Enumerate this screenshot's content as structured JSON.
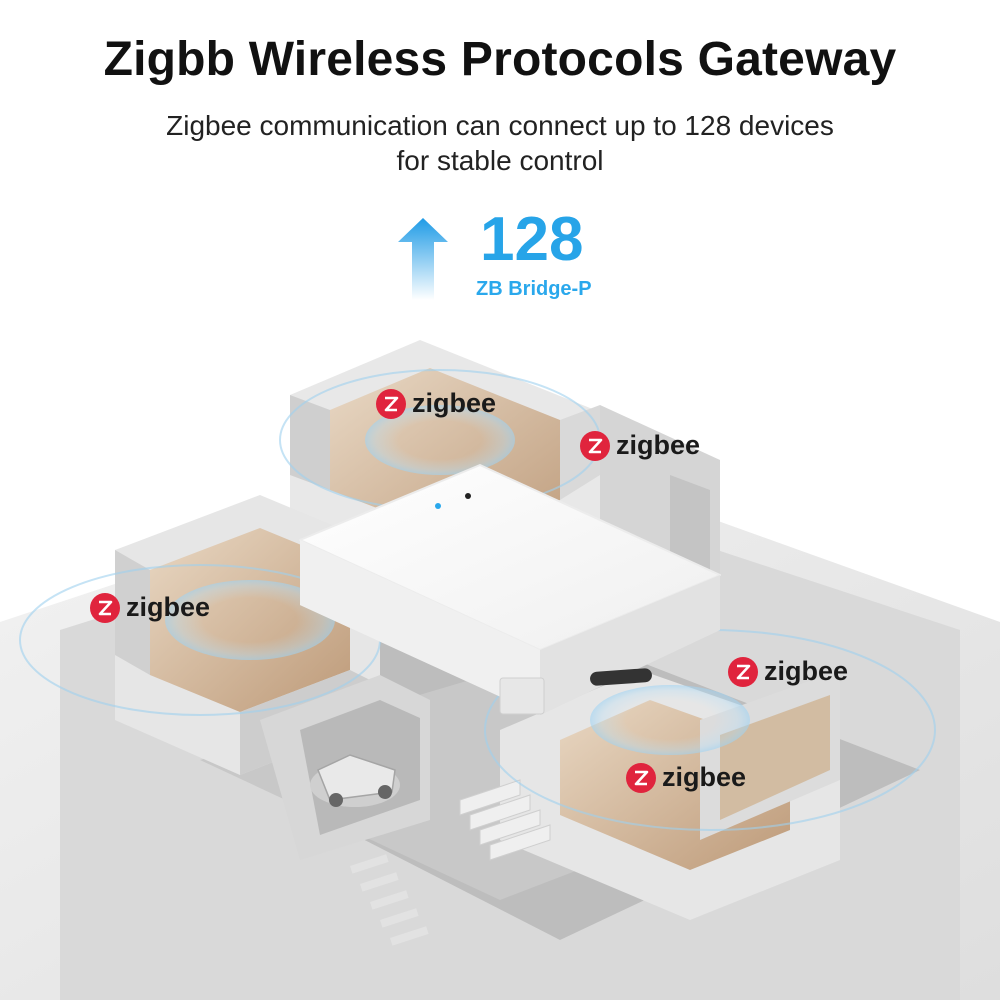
{
  "header": {
    "title": "Zigbb Wireless Protocols Gateway",
    "subtitle_line1": "Zigbee communication can connect up to 128 devices",
    "subtitle_line2": "for stable control"
  },
  "capacity": {
    "count": "128",
    "model": "ZB Bridge-P"
  },
  "badges": {
    "label_1": "zigbee",
    "label_2": "zigbee",
    "label_3": "zigbee",
    "label_4": "zigbee",
    "label_5": "zigbee"
  },
  "colors": {
    "accent_blue": "#27a4e8",
    "zigbee_red": "#e0243d"
  },
  "icons": {
    "arrow": "up-arrow-icon",
    "zigbee": "zigbee-logo-icon"
  }
}
